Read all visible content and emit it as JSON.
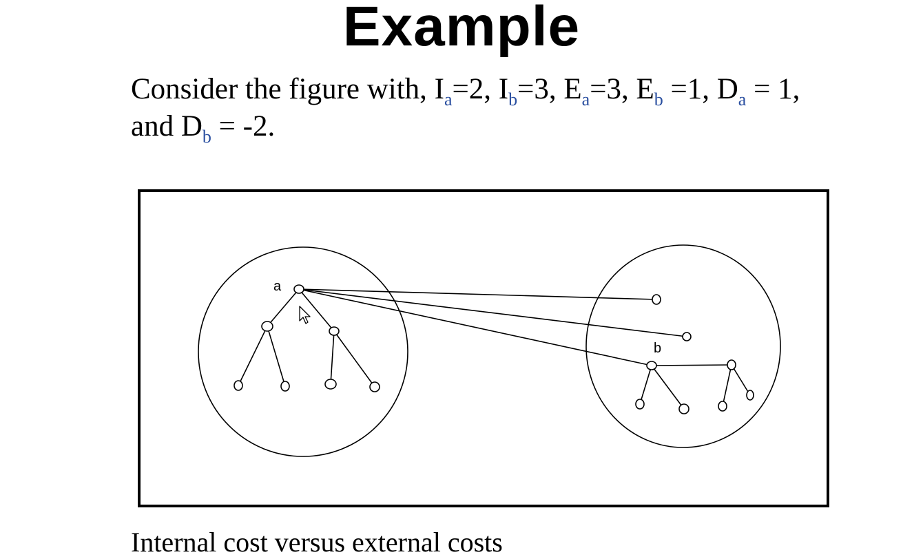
{
  "slide": {
    "title": "Example",
    "intro": {
      "text1": "Consider the figure with, I",
      "sub1": "a",
      "text2": "=2, I",
      "sub2": "b",
      "text3": "=3, E",
      "sub3": "a",
      "text4": "=3, E",
      "sub4": "b",
      "text5": " =1, D",
      "sub5": "a",
      "text6": " = 1, and D",
      "sub6": "b",
      "text7": " = -2."
    },
    "caption": "Internal cost versus external costs"
  },
  "diagram": {
    "label_a": "a",
    "label_b": "b"
  },
  "icons": {
    "cursor": "mouse-pointer-icon"
  }
}
